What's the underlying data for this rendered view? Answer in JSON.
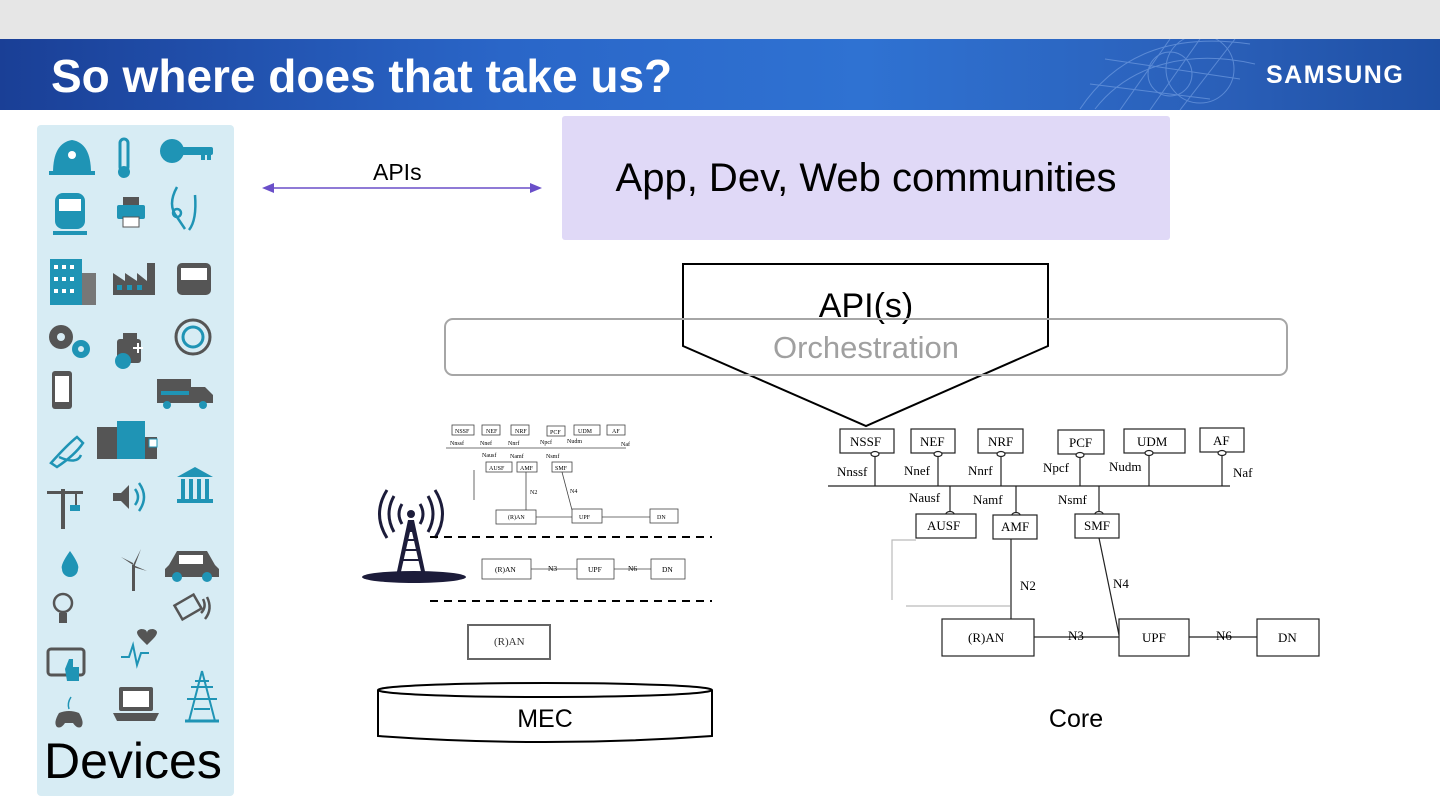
{
  "slide": {
    "title": "So where does that take us?",
    "brand": "SAMSUNG"
  },
  "devices": {
    "label": "Devices",
    "icons": [
      "bell-icon",
      "thermometer-icon",
      "key-icon",
      "train-icon",
      "printer-icon",
      "stethoscope-icon",
      "building-icon",
      "factory-icon",
      "bus-icon",
      "gears-icon",
      "medicine-icon",
      "recycle-icon",
      "phone-icon",
      "ambulance-icon",
      "inhaler-icon",
      "hospital-icon",
      "crane-icon",
      "speaker-icon",
      "bank-icon",
      "water-drop-icon",
      "wind-turbine-icon",
      "car-icon",
      "lightbulb-icon",
      "contactless-card-icon",
      "heartbeat-icon",
      "tablet-touch-icon",
      "gamepad-icon",
      "laptop-icon",
      "power-pylon-icon"
    ],
    "color": "#1f94b5"
  },
  "apis_arrow": {
    "label": "APIs",
    "color": "#6a4fc9"
  },
  "community": {
    "label": "App, Dev, Web communities",
    "color": "#e0d9f7"
  },
  "orchestration": {
    "label": "Orchestration"
  },
  "api_funnel": {
    "label": "API(s)"
  },
  "core": {
    "label": "Core",
    "functions": [
      "NSSF",
      "NEF",
      "NRF",
      "PCF",
      "UDM",
      "AF"
    ],
    "service_interfaces": [
      "Nnssf",
      "Nnef",
      "Nnrf",
      "Npcf",
      "Nudm",
      "Naf"
    ],
    "lower_functions": [
      "AUSF",
      "AMF",
      "SMF"
    ],
    "lower_interfaces": [
      "Nausf",
      "Namf",
      "Nsmf"
    ],
    "user_plane": [
      "(R)AN",
      "UPF",
      "DN"
    ],
    "ref_points": [
      "N2",
      "N4",
      "N3",
      "N6"
    ]
  },
  "mec": {
    "label": "MEC",
    "mini_functions": [
      "NSSF",
      "NEF",
      "NRF",
      "PCF",
      "UDM",
      "AF"
    ],
    "mini_interfaces": [
      "Nnssf",
      "Nnef",
      "Nnrf",
      "Npcf",
      "Nudm",
      "Naf"
    ],
    "mini_lower_interfaces": [
      "Nausf",
      "Namf",
      "Nsmf"
    ],
    "mini_lower": [
      "AUSF",
      "AMF",
      "SMF"
    ],
    "edge_row": [
      "(R)AN",
      "UPF",
      "DN"
    ],
    "edge_ref": [
      "N3",
      "N6"
    ],
    "ran_only": "(R)AN"
  }
}
